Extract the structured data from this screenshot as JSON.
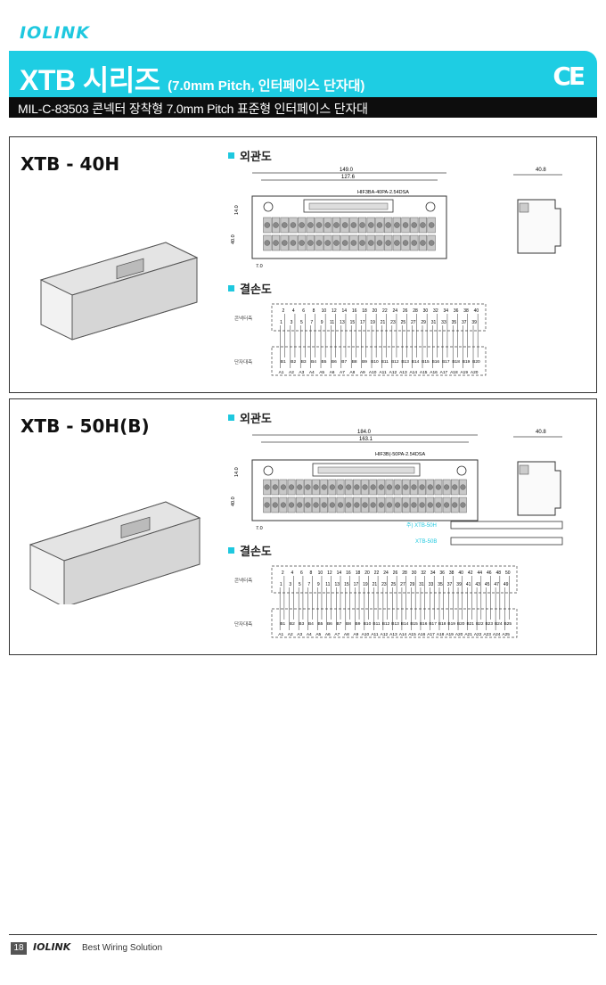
{
  "brand": {
    "logo_text": "IOLINK",
    "footer_logo": "IOLINK",
    "slogan": "Best Wiring Solution"
  },
  "header": {
    "title": "XTB 시리즈",
    "subtitle": "(7.0mm Pitch, 인터페이스 단자대)",
    "ce_mark": "CE",
    "description": "MIL-C-83503 콘넥터 장착형 7.0mm Pitch 표준형 인터페이스 단자대"
  },
  "products": [
    {
      "model": "XTB - 40H",
      "outline_label": "외관도",
      "wiring_label": "결손도",
      "dims": {
        "total_width": "149.0",
        "inner_width": "127.6",
        "connector": "HIF3BA-40PA-2.54DSA",
        "height_a": "14.0",
        "height_b": "40.0",
        "pitch": "7.0",
        "side_width": "40.8"
      },
      "wiring": {
        "connector_side": "콘넥터측",
        "terminal_side": "단자대측",
        "even_pins": [
          "2",
          "4",
          "6",
          "8",
          "10",
          "12",
          "14",
          "16",
          "18",
          "20",
          "22",
          "24",
          "26",
          "28",
          "30",
          "32",
          "34",
          "36",
          "38",
          "40"
        ],
        "odd_pins": [
          "1",
          "3",
          "5",
          "7",
          "9",
          "11",
          "13",
          "15",
          "17",
          "19",
          "21",
          "23",
          "25",
          "27",
          "29",
          "31",
          "33",
          "35",
          "37",
          "39"
        ],
        "b_terms": [
          "B1",
          "B2",
          "B3",
          "B4",
          "B5",
          "B6",
          "B7",
          "B8",
          "B9",
          "B10",
          "B11",
          "B12",
          "B13",
          "B14",
          "B15",
          "B16",
          "B17",
          "B18",
          "B19",
          "B20"
        ],
        "a_terms": [
          "A1",
          "A2",
          "A3",
          "A4",
          "A5",
          "A6",
          "A7",
          "A8",
          "A9",
          "A10",
          "A11",
          "A12",
          "A13",
          "A14",
          "A15",
          "A16",
          "A17",
          "A18",
          "A19",
          "A20"
        ]
      }
    },
    {
      "model": "XTB - 50H(B)",
      "outline_label": "외관도",
      "wiring_label": "결손도",
      "dims": {
        "total_width": "184.0",
        "inner_width": "163.1",
        "connector": "HIF3B(-50PA-2.54DSA",
        "height_a": "14.0",
        "height_b": "40.0",
        "pitch": "7.0",
        "side_width": "40.8"
      },
      "variants": [
        "주) XTB-50H",
        "XTB-50B"
      ],
      "wiring": {
        "connector_side": "콘넥터측",
        "terminal_side": "단자대측",
        "even_pins": [
          "2",
          "4",
          "6",
          "8",
          "10",
          "12",
          "14",
          "16",
          "18",
          "20",
          "22",
          "24",
          "26",
          "28",
          "30",
          "32",
          "34",
          "36",
          "38",
          "40",
          "42",
          "44",
          "46",
          "48",
          "50"
        ],
        "odd_pins": [
          "1",
          "3",
          "5",
          "7",
          "9",
          "11",
          "13",
          "15",
          "17",
          "19",
          "21",
          "23",
          "25",
          "27",
          "29",
          "31",
          "33",
          "35",
          "37",
          "39",
          "41",
          "43",
          "45",
          "47",
          "49"
        ],
        "b_terms": [
          "B1",
          "B2",
          "B3",
          "B4",
          "B5",
          "B6",
          "B7",
          "B8",
          "B9",
          "B10",
          "B11",
          "B12",
          "B13",
          "B14",
          "B15",
          "B16",
          "B17",
          "B18",
          "B19",
          "B20",
          "B21",
          "B22",
          "B23",
          "B24",
          "B25"
        ],
        "a_terms": [
          "A1",
          "A2",
          "A3",
          "A4",
          "A5",
          "A6",
          "A7",
          "A8",
          "A9",
          "A10",
          "A11",
          "A12",
          "A13",
          "A14",
          "A15",
          "A16",
          "A17",
          "A18",
          "A19",
          "A20",
          "A21",
          "A22",
          "A23",
          "A24",
          "A25"
        ]
      }
    }
  ],
  "footer": {
    "page_number": "18"
  }
}
